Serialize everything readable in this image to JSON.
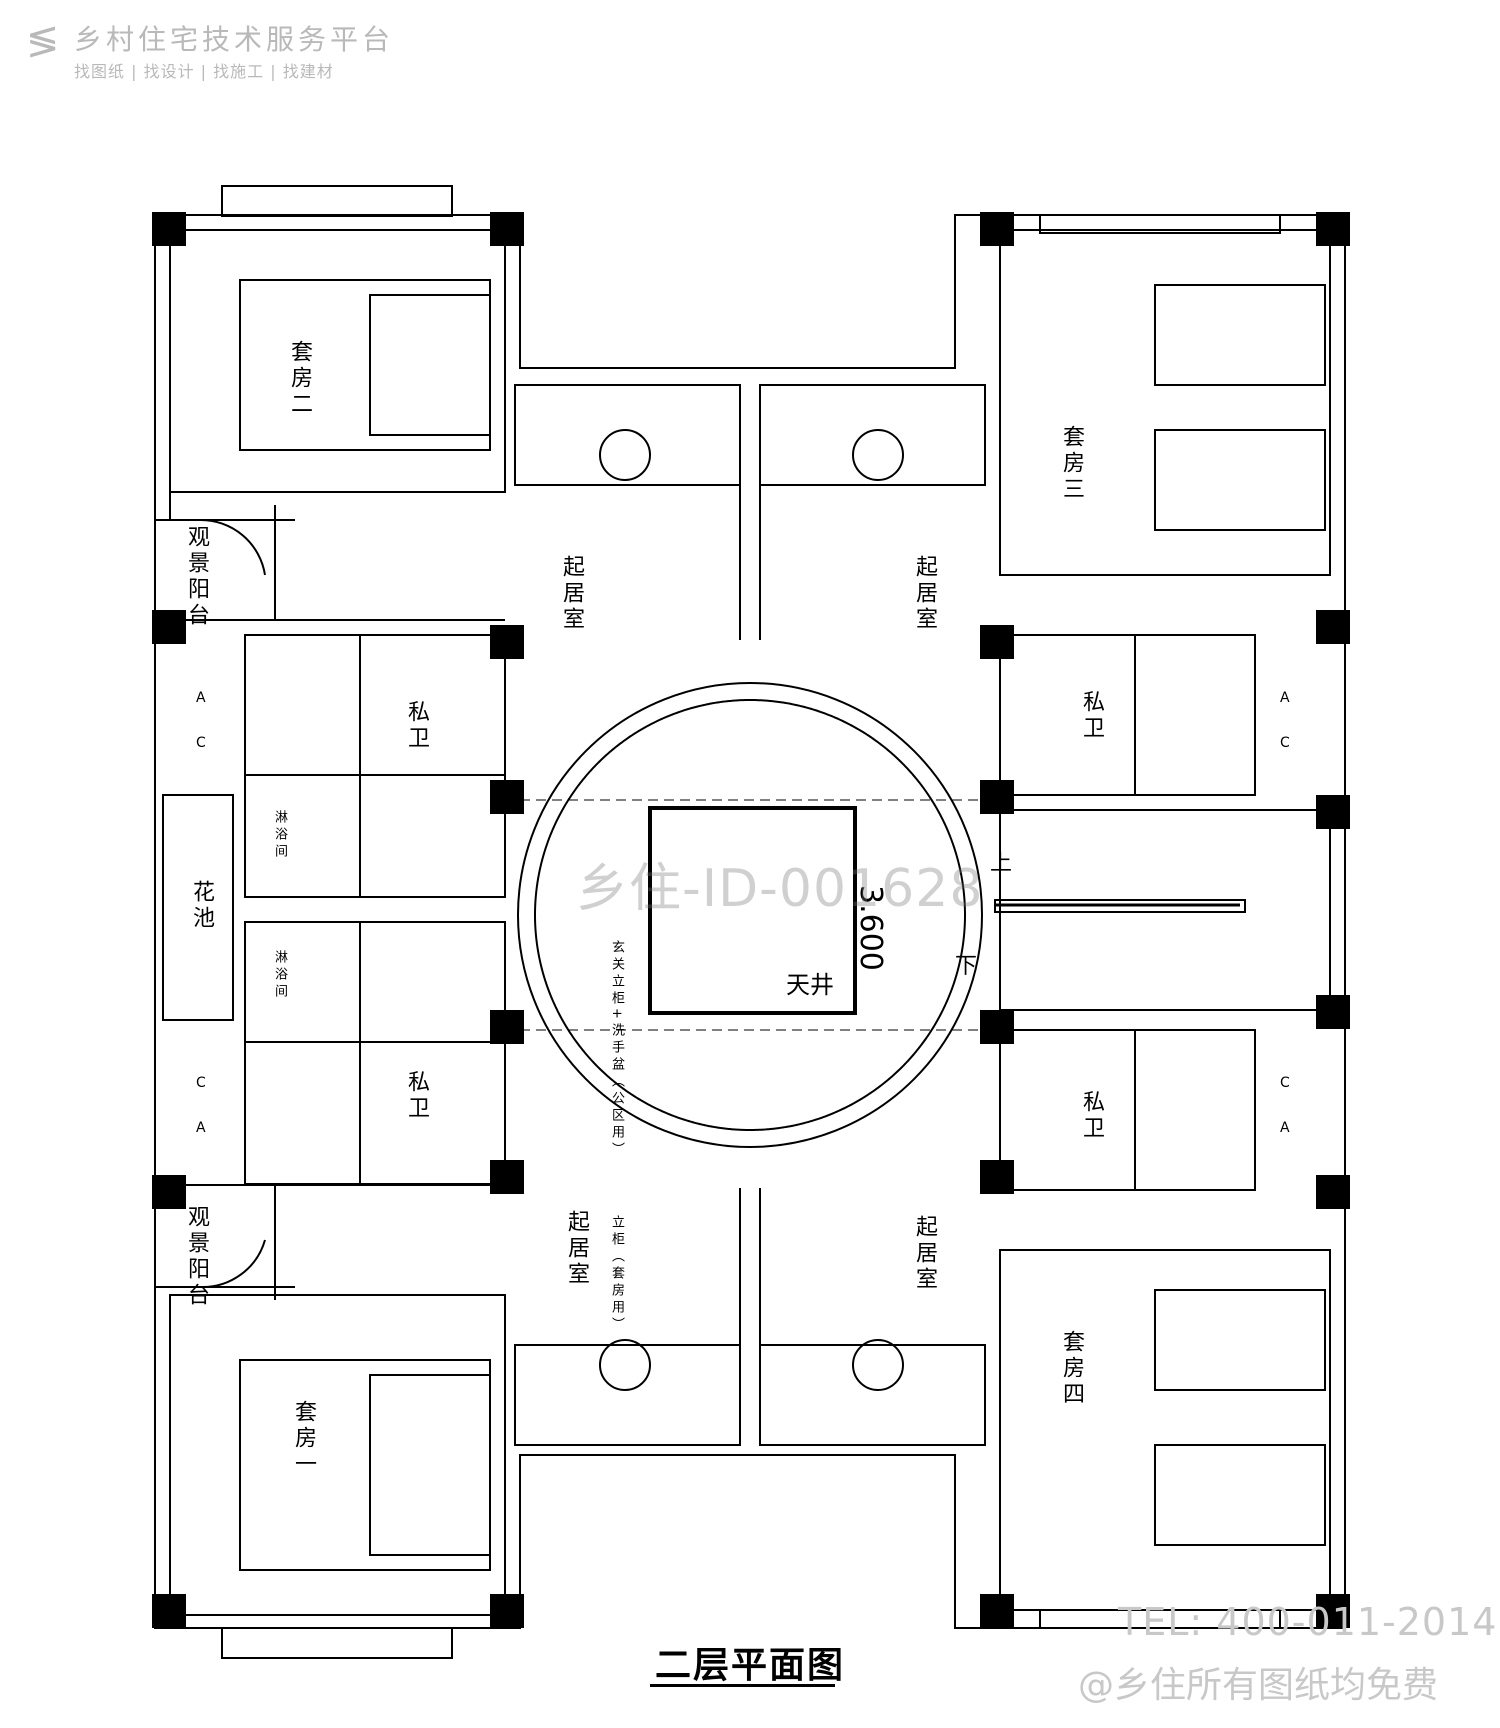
{
  "header": {
    "logo_icon": "xiangzhu-logo-icon",
    "platform_name": "乡村住宅技术服务平台",
    "services": "找图纸 | 找设计 | 找施工 | 找建材"
  },
  "drawing": {
    "title": "二层平面图",
    "watermark_id": "乡住-ID-001628",
    "elevation": "3.600",
    "stair_up": "上",
    "stair_down": "下",
    "atrium": "天井",
    "rooms": {
      "suite_1": "套房一",
      "suite_2": "套房二",
      "suite_3": "套房三",
      "suite_4": "套房四",
      "living": "起居室",
      "private_bath": "私卫",
      "viewing_balcony": "观景阳台",
      "flower_bed": "花池",
      "shower": "淋浴间"
    },
    "notes": {
      "closet_public": "玄关立柜+洗手盆（公区用）",
      "closet_suite": "立柜（套房用）"
    },
    "ac_labels": {
      "a": "A",
      "c": "C"
    }
  },
  "footer": {
    "tel": "TEL: 400-011-2014",
    "note": "@乡住所有图纸均免费"
  },
  "colors": {
    "line": "#000000",
    "watermark": "#b9b9b9"
  }
}
